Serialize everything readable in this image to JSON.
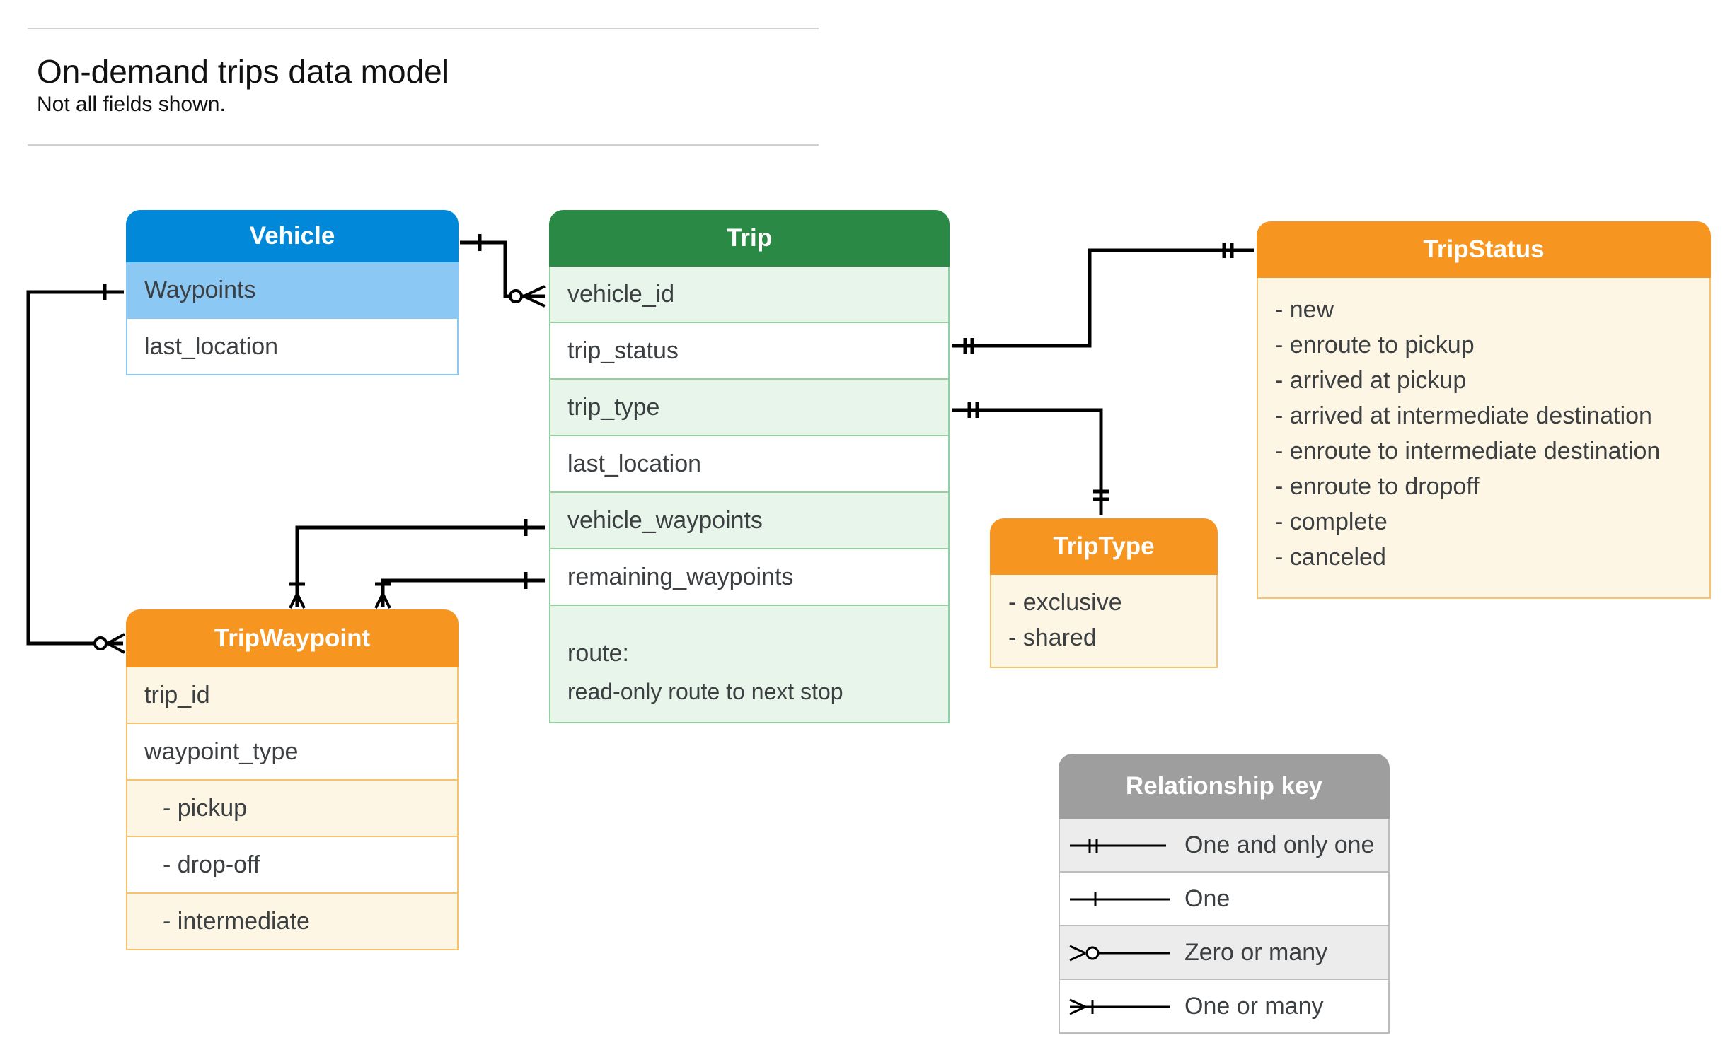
{
  "header": {
    "title": "On-demand trips data model",
    "subtitle": "Not all fields shown."
  },
  "vehicle": {
    "title": "Vehicle",
    "fields": [
      "Waypoints",
      "last_location"
    ]
  },
  "trip": {
    "title": "Trip",
    "fields": [
      "vehicle_id",
      "trip_status",
      "trip_type",
      "last_location",
      "vehicle_waypoints",
      "remaining_waypoints"
    ],
    "route_label": "route:",
    "route_desc": "read-only route to next stop"
  },
  "trip_status": {
    "title": "TripStatus",
    "values": [
      "- new",
      "- enroute to pickup",
      "- arrived at pickup",
      "- arrived at intermediate destination",
      "- enroute to intermediate destination",
      "- enroute to dropoff",
      "- complete",
      "- canceled"
    ]
  },
  "trip_type": {
    "title": "TripType",
    "values": [
      "- exclusive",
      "- shared"
    ]
  },
  "trip_waypoint": {
    "title": "TripWaypoint",
    "fields": [
      "trip_id",
      "waypoint_type",
      "- pickup",
      "- drop-off",
      "- intermediate"
    ]
  },
  "key": {
    "title": "Relationship key",
    "items": [
      "One and only one",
      "One",
      "Zero or many",
      "One or many"
    ]
  },
  "colors": {
    "vehicle_header": "#0288d8",
    "vehicle_highlight": "#8cc8f4",
    "trip_header": "#2a8a45",
    "trip_tint": "#e8f5ea",
    "orange_header": "#f6951f",
    "orange_tint": "#fef6e4",
    "key_header": "#9e9e9e",
    "line": "#000000"
  }
}
